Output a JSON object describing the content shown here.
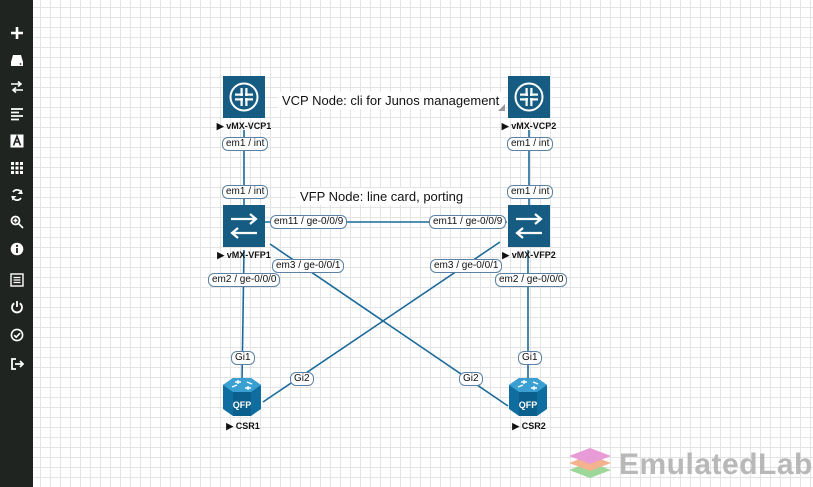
{
  "sidebar": {
    "items": [
      {
        "icon": "plus-icon",
        "action": "add-object"
      },
      {
        "icon": "drive-icon",
        "action": "nodes"
      },
      {
        "icon": "exchange-icon",
        "action": "networks"
      },
      {
        "icon": "align-left-icon",
        "action": "startup-configs"
      },
      {
        "icon": "text-icon",
        "action": "text"
      },
      {
        "icon": "grid-icon",
        "action": "pictures"
      },
      {
        "icon": "refresh-icon",
        "action": "refresh"
      },
      {
        "icon": "zoom-icon",
        "action": "zoom"
      },
      {
        "icon": "info-icon",
        "action": "status"
      },
      {
        "icon": "list-icon",
        "action": "lab-details"
      },
      {
        "icon": "power-icon",
        "action": "nodes-power"
      },
      {
        "icon": "check-circle-icon",
        "action": "lock-lab"
      },
      {
        "icon": "sign-out-icon",
        "action": "close-lab"
      }
    ]
  },
  "nodes": {
    "vcp1": {
      "label": "vMX-VCP1",
      "type": "router"
    },
    "vcp2": {
      "label": "vMX-VCP2",
      "type": "router"
    },
    "vfp1": {
      "label": "vMX-VFP1",
      "type": "switch"
    },
    "vfp2": {
      "label": "vMX-VFP2",
      "type": "switch"
    },
    "csr1": {
      "label": "CSR1",
      "type": "qfp-router",
      "chip": "QFP"
    },
    "csr2": {
      "label": "CSR2",
      "type": "qfp-router",
      "chip": "QFP"
    }
  },
  "interfaces": {
    "vcp1_em1": "em1 / int",
    "vfp1_em1": "em1 / int",
    "vcp2_em1": "em1 / int",
    "vfp2_em1": "em1 / int",
    "vfp1_em11": "em11 / ge-0/0/9",
    "vfp2_em11": "em11 / ge-0/0/9",
    "vfp1_em2": "em2 / ge-0/0/0",
    "vfp1_em3": "em3 / ge-0/0/1",
    "vfp2_em3": "em3 / ge-0/0/1",
    "vfp2_em2": "em2 / ge-0/0/0",
    "csr1_gi1": "Gi1",
    "csr1_gi2": "Gi2",
    "csr2_gi2": "Gi2",
    "csr2_gi1": "Gi1"
  },
  "notes": {
    "vcp": "VCP Node: cli for Junos management",
    "vfp": "VFP Node:  line  card, porting"
  },
  "logo": {
    "text": "EmulatedLab"
  },
  "colors": {
    "sidebar": "#1f2420",
    "node_blue": "#155b82",
    "link": "#1a6a9a",
    "logo_text": "#b8b8b8"
  }
}
